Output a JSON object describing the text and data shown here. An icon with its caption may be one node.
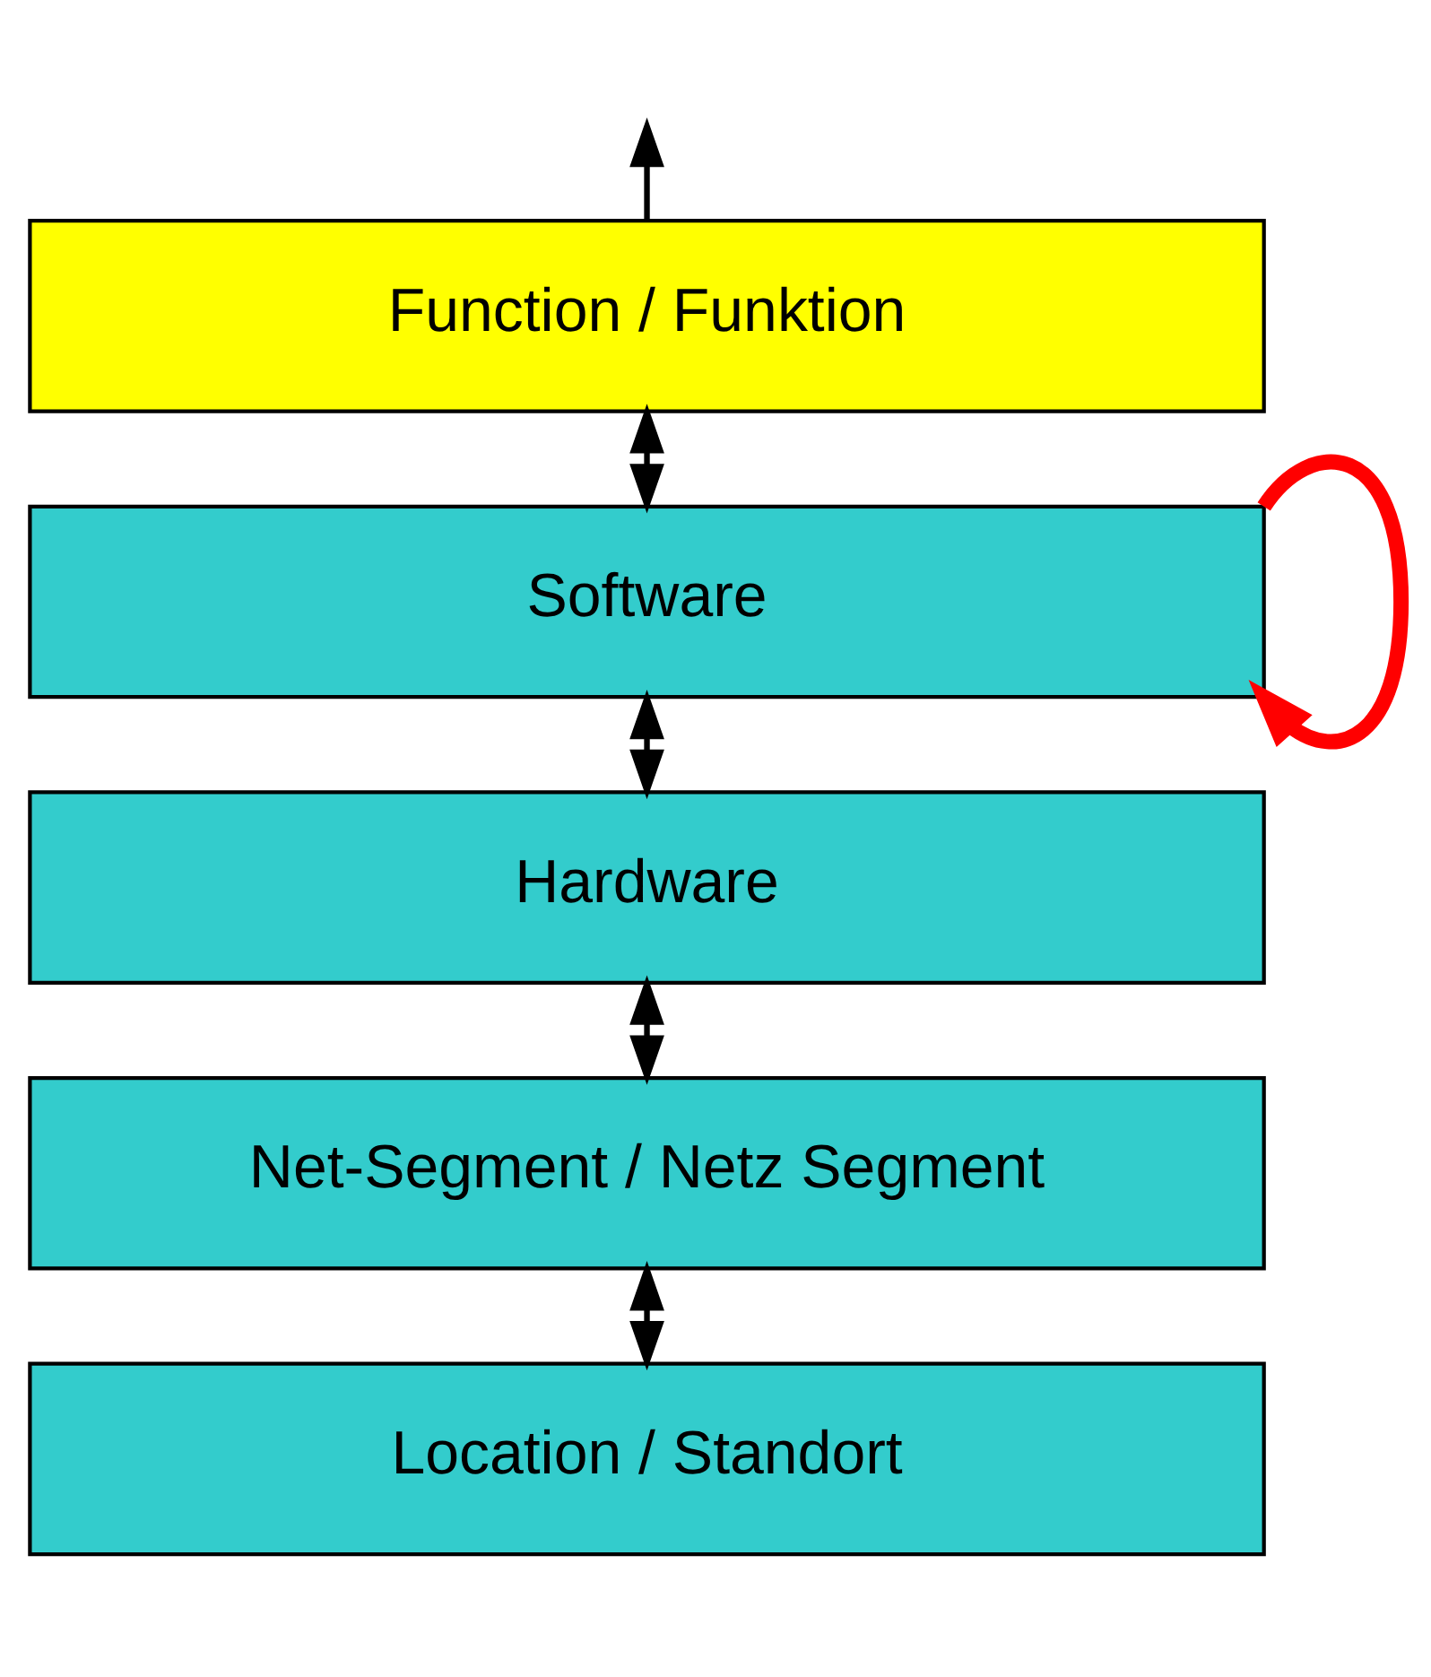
{
  "diagram": {
    "nodes": [
      {
        "text": [
          "Function / Funktion"
        ]
      },
      {
        "text": [
          "Software"
        ]
      },
      {
        "text": [
          "Hardware"
        ]
      },
      {
        "text": [
          "Net-Segment / Netz Segment"
        ]
      },
      {
        "text": [
          "Location / Standort"
        ]
      }
    ],
    "edges": [
      {
        "from": 0,
        "to": null,
        "arrow": "to"
      },
      {
        "from": 0,
        "to": 1,
        "arrow": "both"
      },
      {
        "from": 1,
        "to": 1,
        "arrow": "to",
        "style": "thick",
        "color": "#ff0000"
      },
      {
        "from": 1,
        "to": 2,
        "arrow": "both"
      },
      {
        "from": 2,
        "to": 3,
        "arrow": "both"
      },
      {
        "from": 3,
        "to": 4,
        "arrow": "both"
      }
    ]
  }
}
